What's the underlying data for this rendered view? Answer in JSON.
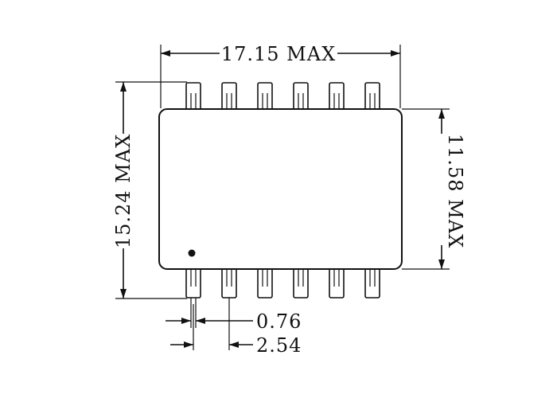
{
  "dimensions": {
    "width": "17.15 MAX",
    "height_total": "15.24 MAX",
    "height_body": "11.58 MAX",
    "pin_width": "0.76",
    "pin_pitch": "2.54"
  },
  "package": {
    "pins_per_side": 6,
    "pin1_marker": true
  },
  "colors": {
    "line": "#111111",
    "background": "#ffffff"
  }
}
